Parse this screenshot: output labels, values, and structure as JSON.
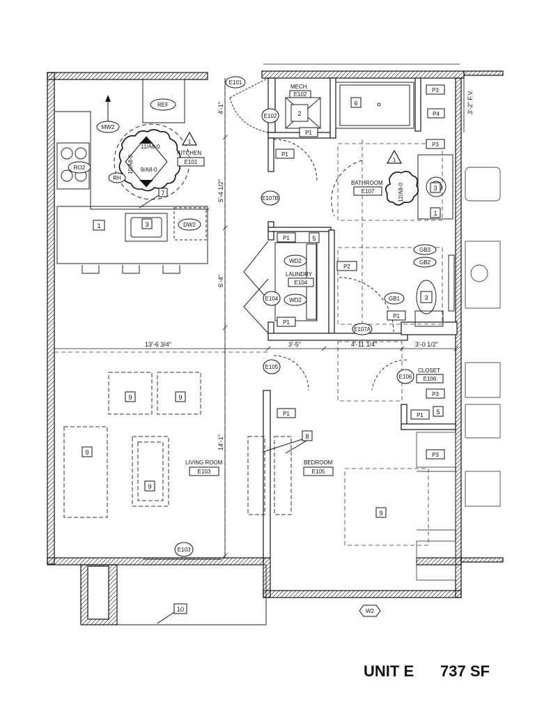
{
  "title": {
    "unit": "UNIT E",
    "area": "737 SF"
  },
  "rooms": {
    "kitchen": {
      "name": "KITCHEN",
      "code": "E101"
    },
    "mech": {
      "name": "MECH.",
      "code": "E102"
    },
    "living": {
      "name": "LIVING ROOM",
      "code": "E103"
    },
    "laundry": {
      "name": "LAUNDRY",
      "code": "E104"
    },
    "bedroom": {
      "name": "BEDROOM",
      "code": "E105"
    },
    "closet": {
      "name": "CLOSET",
      "code": "E106"
    },
    "bathroom": {
      "name": "BATHROOM",
      "code": "E107"
    }
  },
  "door_tags": {
    "e101": "E101",
    "e102": "E102",
    "e103": "E103",
    "e104": "E104",
    "e105": "E105",
    "e106": "E106",
    "e107a": "E107A",
    "e107b": "E107B"
  },
  "window_tag": "W2",
  "dimensions": {
    "living_width": "13'-6 3/4\"",
    "kitchen_height": "5'-4 1/2\"",
    "laundry_height": "6'-4\"",
    "living_height": "14'-1\"",
    "hall_width": "3'-5\"",
    "bath_width": "4'-11 1/4\"",
    "closet_width": "3'-0 1/2\"",
    "mech_height": "4'-1\"",
    "right_height": "3'-2\" F.V."
  },
  "equipment_tags": {
    "ref": "REF",
    "mw2": "MW2",
    "ro2": "RO2",
    "rh": "RH",
    "dw2": "DW2",
    "wd2_top": "WD2",
    "wd2_bottom": "WD2",
    "gb1": "GB1",
    "gb2": "GB2",
    "gb3": "GB3"
  },
  "panel_tags": {
    "p1_mech": "P1",
    "p1_hall_top": "P1",
    "p1_laundry_top": "P1",
    "p1_laundry_bottom": "P1",
    "p1_bath": "P1",
    "p1_bedroom": "P1",
    "p1_closet": "P1",
    "p2": "P2",
    "p3_a": "P3",
    "p3_b": "P3",
    "p3_c": "P3",
    "p3_d": "P3",
    "p4": "P4"
  },
  "keynotes": {
    "k1_kitchen": "1",
    "k3_sink": "3",
    "k7": "7",
    "k2_mech": "2",
    "k6_shower": "6",
    "k3_bath": "3",
    "k1_bath": "1",
    "k5_laundry": "5",
    "k3_toilet": "3",
    "k5_closet": "5",
    "k8": "8",
    "k9_a": "9",
    "k9_b": "9",
    "k9_c": "9",
    "k9_d": "9",
    "k9_e": "9",
    "k10": "10"
  },
  "revision": {
    "triangle_kitchen": "1",
    "triangle_bath": "1",
    "detail_11": "11/A8-0",
    "detail_10": "10/A8-0",
    "detail_9": "9/A8-0",
    "detail_12": "12/A8-0"
  }
}
